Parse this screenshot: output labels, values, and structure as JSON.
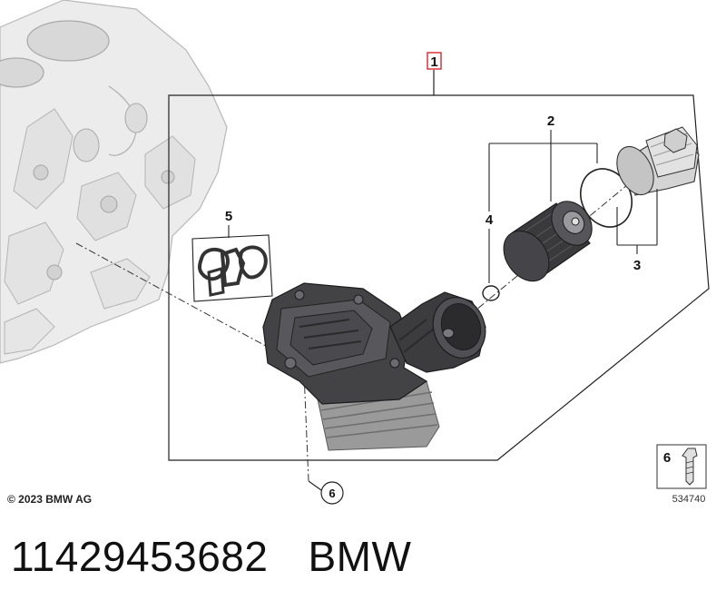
{
  "diagram": {
    "callouts": {
      "main": "1",
      "filter_element": "2",
      "filter_cover": "3",
      "o_ring": "4",
      "gasket_set": "5",
      "bolt": "6",
      "bolt_circled": "6"
    },
    "copyright": "© 2023 BMW AG",
    "figure_number": "534740"
  },
  "caption": {
    "part_number": "11429453682",
    "brand": "BMW"
  },
  "colors": {
    "frame_line": "#222222",
    "main_callout_box": "#d9262a",
    "engine_block": "#e6e6e6",
    "housing_dark": "#3f3f42",
    "cooler_grey": "#8e8e8e"
  }
}
